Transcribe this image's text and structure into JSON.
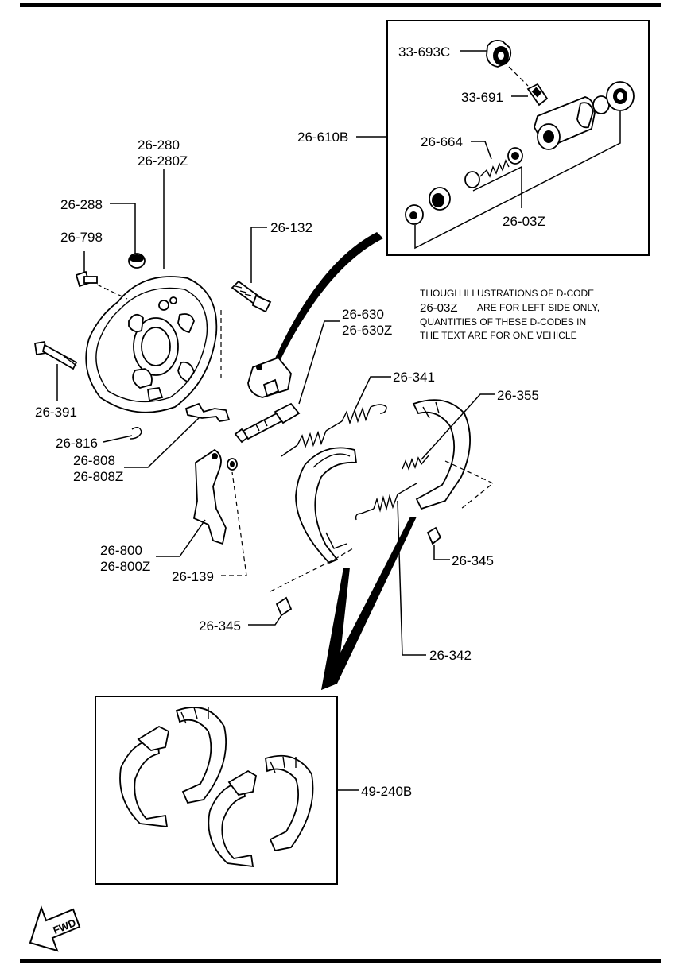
{
  "labels": {
    "l33693c": "33-693C",
    "l33691": "33-691",
    "l26610b": "26-610B",
    "l26664": "26-664",
    "l2603z": "26-03Z",
    "l26280": "26-280",
    "l26280z": "26-280Z",
    "l26288": "26-288",
    "l26798": "26-798",
    "l26132": "26-132",
    "l26630": "26-630",
    "l26630z": "26-630Z",
    "l26391": "26-391",
    "l26341": "26-341",
    "l26355": "26-355",
    "l26816": "26-816",
    "l26808": "26-808",
    "l26808z": "26-808Z",
    "l26800": "26-800",
    "l26800z": "26-800Z",
    "l26139": "26-139",
    "l26345a": "26-345",
    "l26345b": "26-345",
    "l26342": "26-342",
    "l49240b": "49-240B"
  },
  "note": {
    "line1": "THOUGH ILLUSTRATIONS OF D-CODE",
    "line2_code": "26-03Z",
    "line2_rest": "ARE FOR LEFT SIDE ONLY,",
    "line3": "QUANTITIES OF THESE D-CODES IN",
    "line4": "THE TEXT ARE FOR ONE VEHICLE"
  },
  "fwd_label": "FWD"
}
